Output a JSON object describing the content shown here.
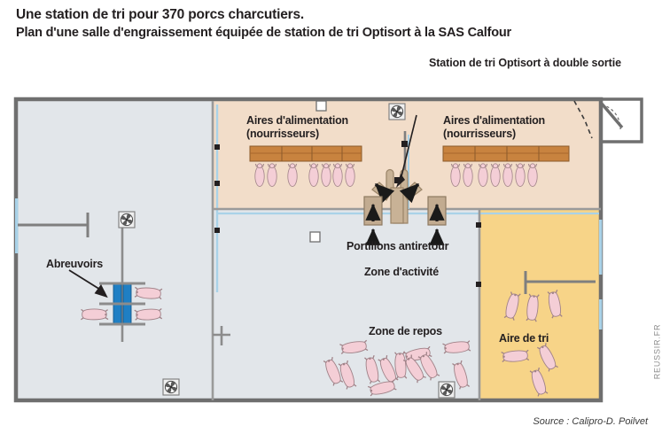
{
  "header": {
    "title_line1": "Une station de tri pour 370 porcs charcutiers.",
    "title_line2": "Plan d'une salle d'engraissement équipée de station de tri Optisort à la SAS Calfour"
  },
  "callouts": {
    "station": "Station de tri Optisort à double sortie"
  },
  "plan_labels": {
    "feed_left": "Aires d'alimentation\n(nourrisseurs)",
    "feed_right": "Aires d'alimentation\n(nourrisseurs)",
    "portillons": "Portillons antiretour",
    "zone_activite": "Zone d'activité",
    "zone_repos": "Zone de repos",
    "aire_tri": "Aire de tri",
    "abreuvoirs": "Abreuvoirs"
  },
  "footer": {
    "source": "Source : Calipro-D. Poilvet",
    "watermark": "REUSSIR.FR"
  },
  "colors": {
    "background": "#ffffff",
    "wall": "#6f6f6f",
    "floor_rest": "#e2e6ea",
    "floor_feed": "#f2ddc9",
    "floor_sort": "#f7d488",
    "feeder": "#c8833f",
    "feeder_dark": "#a9672c",
    "pig_body": "#f3c9cf",
    "pig_outline": "#9c7f84",
    "drinker": "#1f7fc4",
    "station_body": "#c8b296",
    "gate_box": "#c2ab90",
    "pipe_blue": "#9dc9e2",
    "text": "#231f20",
    "watermark": "#8c8c8c"
  },
  "icons": {
    "fan": "fan-icon",
    "arrow_up": "arrow-up-icon",
    "door_swing": "door-swing-icon"
  },
  "chart_data": {
    "type": "diagram",
    "title": "Plan d'une salle d'engraissement équipée de station de tri Optisort",
    "capacity_pigs": 370,
    "zones": [
      {
        "name": "Aires d'alimentation (nourrisseurs)",
        "count": 2,
        "fill": "#f2ddc9"
      },
      {
        "name": "Zone d'activité",
        "count": 1,
        "fill": "#e2e6ea"
      },
      {
        "name": "Zone de repos",
        "count": 1,
        "fill": "#e2e6ea"
      },
      {
        "name": "Aire de tri",
        "count": 1,
        "fill": "#f7d488"
      }
    ],
    "equipment": [
      {
        "name": "Station de tri Optisort à double sortie",
        "count": 1
      },
      {
        "name": "Portillons antiretour",
        "count": 2
      },
      {
        "name": "Abreuvoirs",
        "count": 2
      },
      {
        "name": "Ventilateurs",
        "count": 4
      },
      {
        "name": "Nourrisseurs",
        "count": 2
      }
    ]
  }
}
